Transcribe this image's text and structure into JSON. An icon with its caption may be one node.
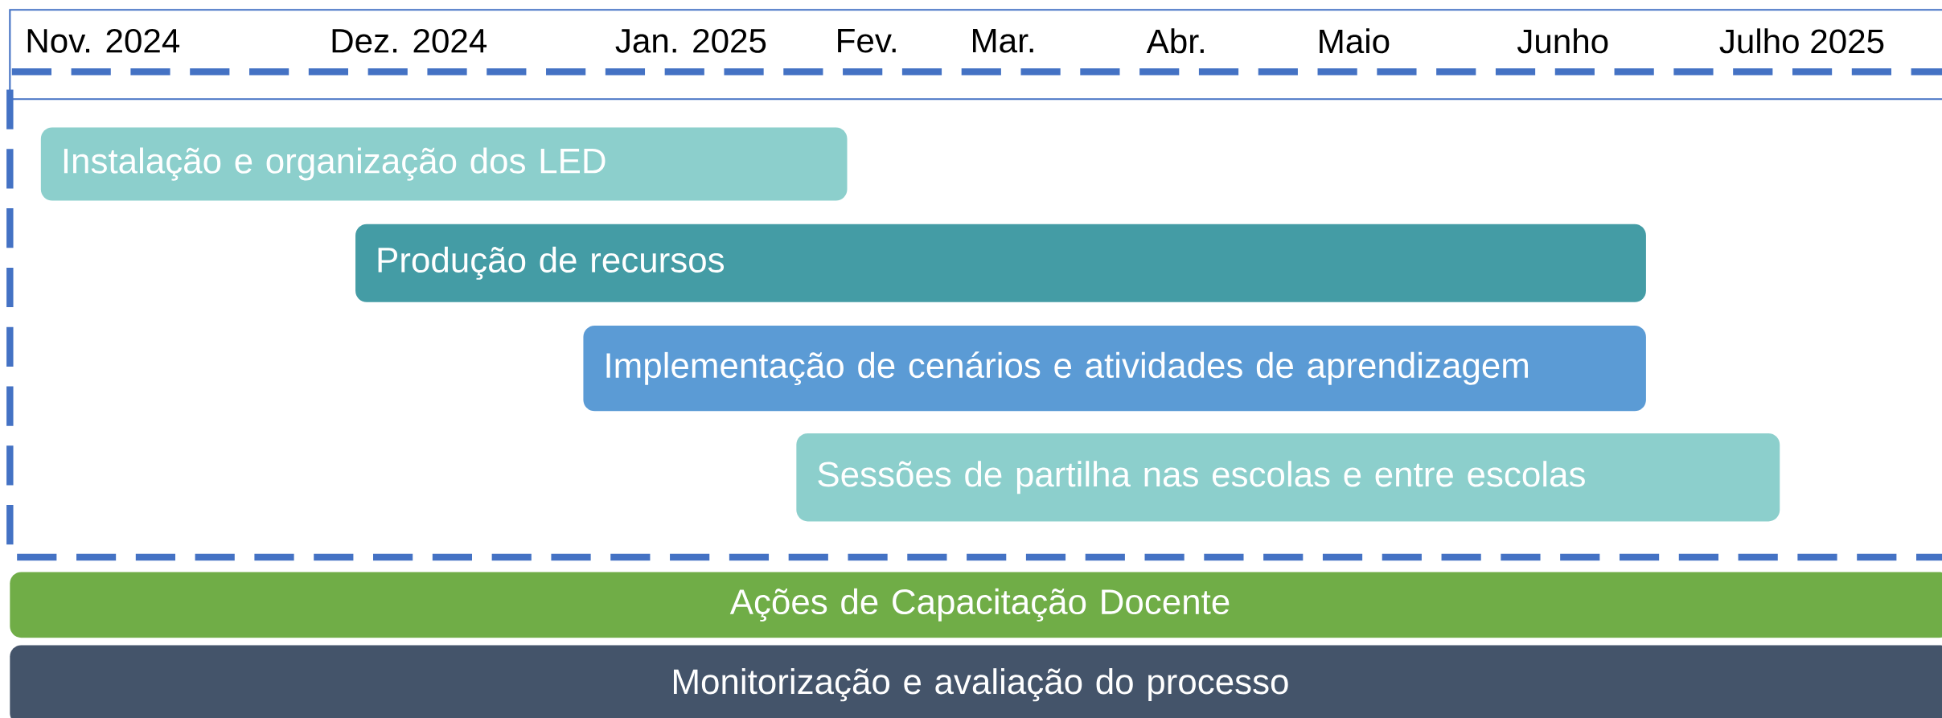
{
  "diagram": {
    "nodes": [
      {
        "text": [
          "Instalação e organização dos LED"
        ]
      },
      {
        "text": [
          "Produção de recursos"
        ]
      },
      {
        "text": [
          "Implementação de cenários e atividades de aprendizagem"
        ]
      },
      {
        "text": [
          "Sessões de partilha nas escolas e entre escolas"
        ]
      },
      {
        "text": [
          "Ações de Capacitação Docente"
        ]
      },
      {
        "text": [
          "Monitorização e avaliação do processo"
        ]
      }
    ],
    "labels": [
      "Nov. 2024",
      "Dez. 2024",
      "Jan. 2025",
      "Fev.",
      "Mar.",
      "Abr.",
      "Maio",
      "Junho",
      "Julho 2025"
    ]
  }
}
